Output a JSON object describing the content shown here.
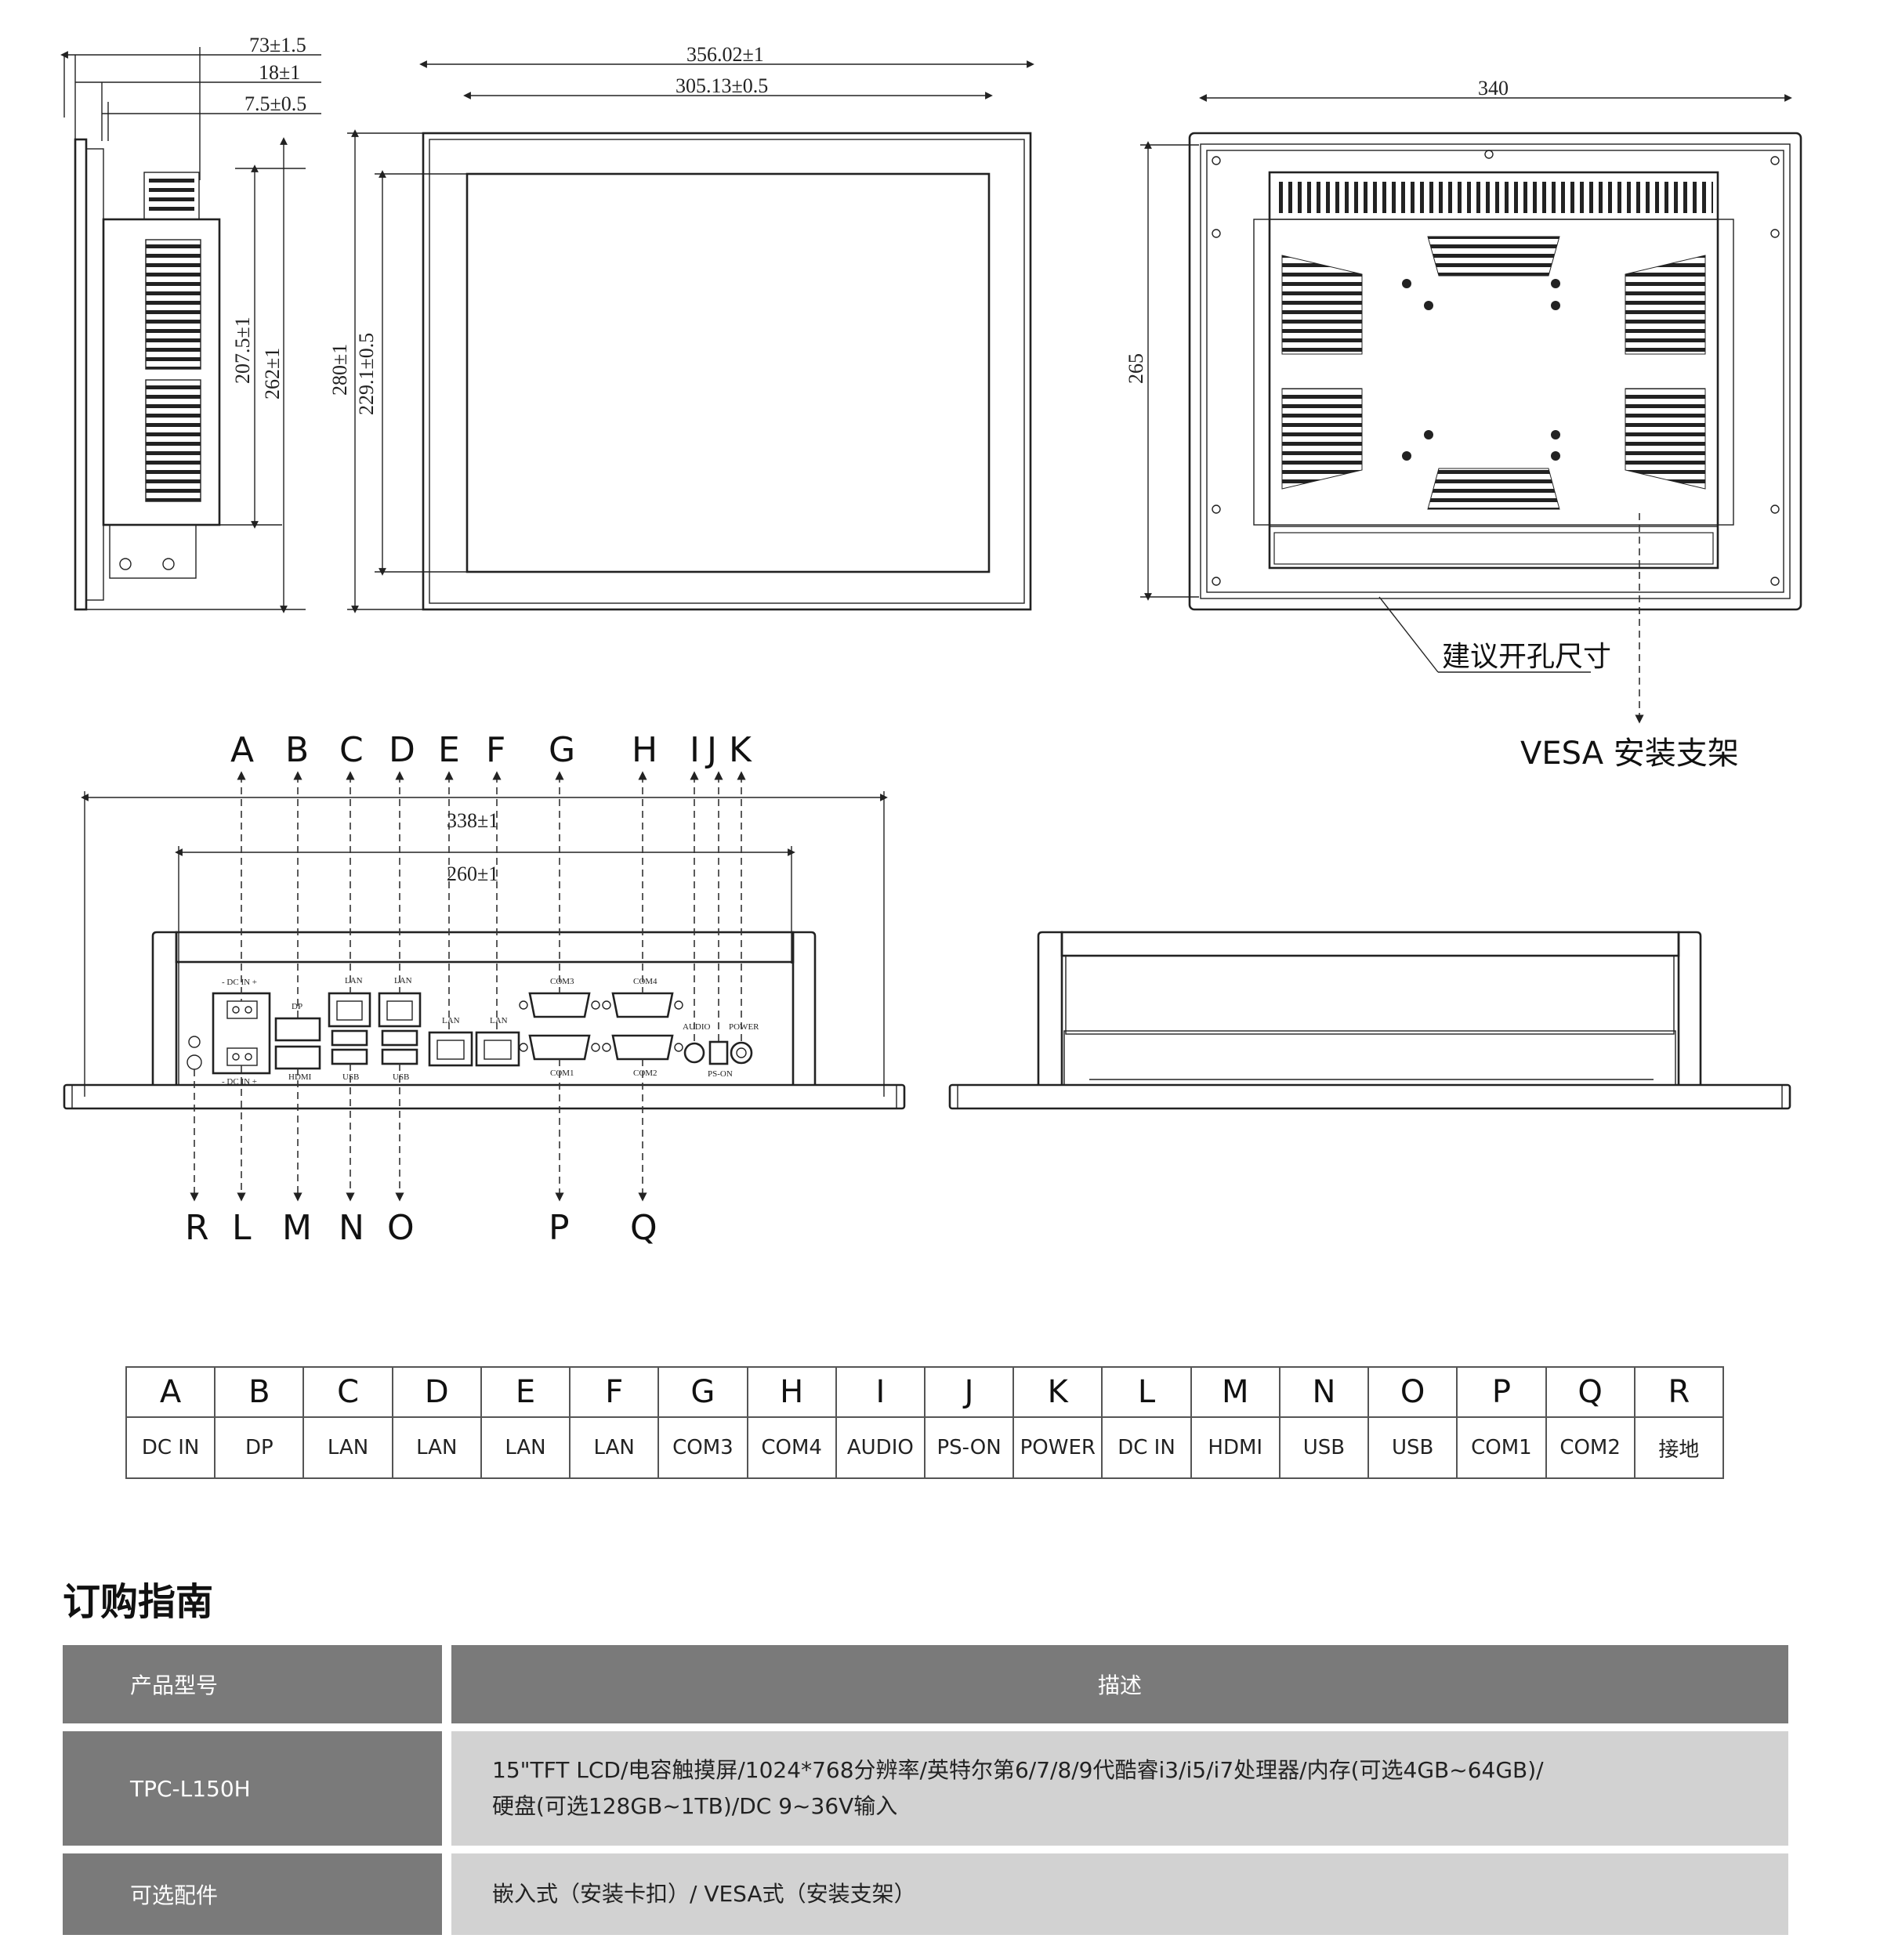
{
  "drawings": {
    "side_view": {
      "dim_depth": "73±1.5",
      "dim_body": "18±1",
      "dim_bezel": "7.5±0.5",
      "dim_inner_height": "207.5±1",
      "dim_outer_height": "262±1"
    },
    "front_view": {
      "dim_width": "356.02±1",
      "dim_display_width": "305.13±0.5",
      "dim_height": "280±1",
      "dim_display_height": "229.1±0.5"
    },
    "back_view": {
      "dim_cutout_width": "340",
      "dim_cutout_height": "265",
      "cutout_note": "建议开孔尺寸",
      "vesa_note": "VESA 安装支架"
    },
    "bottom_view": {
      "dim_total": "338±1",
      "dim_io": "260±1",
      "top_letters": [
        "A",
        "B",
        "C",
        "D",
        "E",
        "F",
        "G",
        "H",
        "I",
        "J",
        "K"
      ],
      "bottom_letters": [
        "R",
        "L",
        "M",
        "N",
        "O",
        "P",
        "Q"
      ],
      "silk": {
        "dcin_top": "- DC IN +",
        "dcin_bot": "- DC IN +",
        "dp": "DP",
        "hdmi": "HDMI",
        "lan": "LAN",
        "usb": "USB",
        "com3": "COM3",
        "com4": "COM4",
        "com1": "COM1",
        "com2": "COM2",
        "audio": "AUDIO",
        "pson": "PS-ON",
        "power": "POWER"
      }
    }
  },
  "port_table": {
    "letters": [
      "A",
      "B",
      "C",
      "D",
      "E",
      "F",
      "G",
      "H",
      "I",
      "J",
      "K",
      "L",
      "M",
      "N",
      "O",
      "P",
      "Q",
      "R"
    ],
    "names": [
      "DC IN",
      "DP",
      "LAN",
      "LAN",
      "LAN",
      "LAN",
      "COM3",
      "COM4",
      "AUDIO",
      "PS-ON",
      "POWER",
      "DC IN",
      "HDMI",
      "USB",
      "USB",
      "COM1",
      "COM2",
      "接地"
    ]
  },
  "ordering": {
    "title": "订购指南",
    "header_model": "产品型号",
    "header_desc": "描述",
    "rows": [
      {
        "model": "TPC-L150H",
        "desc_line1": "15\"TFT LCD/电容触摸屏/1024*768分辨率/英特尔第6/7/8/9代酷睿i3/i5/i7处理器/内存(可选4GB~64GB)/",
        "desc_line2": "硬盘(可选128GB~1TB)/DC 9~36V输入"
      },
      {
        "model": "可选配件",
        "desc_line1": "嵌入式（安装卡扣）/ VESA式（安装支架）"
      }
    ]
  }
}
